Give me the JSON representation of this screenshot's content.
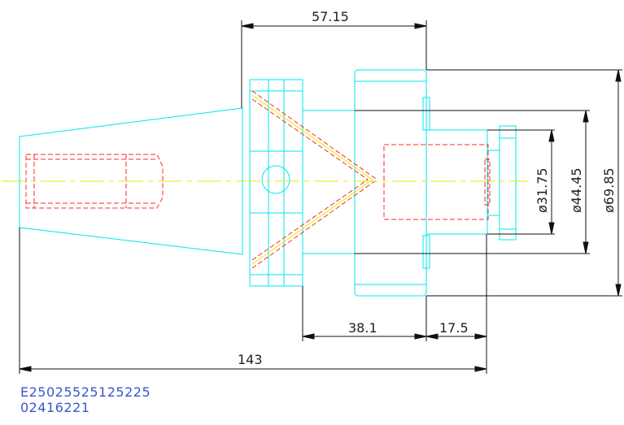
{
  "colors": {
    "outline": "#00e5f2",
    "hidden": "#ff2a2a",
    "centerline": "#e8e800",
    "dimension": "#111111",
    "code_text": "#3a56c8"
  },
  "dimensions": {
    "top_length": "57.15",
    "dia_outer": "ø69.85",
    "dia_mid": "ø44.45",
    "dia_inner": "ø31.75",
    "len_mid": "38.1",
    "len_small": "17.5",
    "overall": "143"
  },
  "part_code": {
    "line1": "E25025525125225",
    "line2": "02416221"
  }
}
